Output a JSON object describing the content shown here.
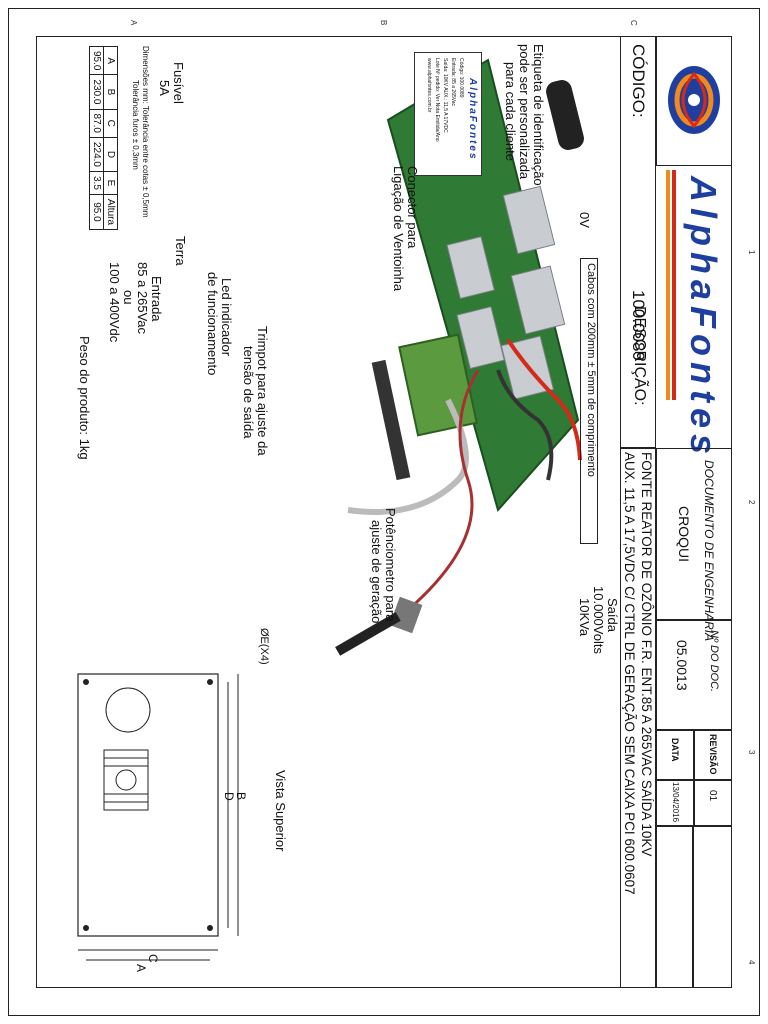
{
  "zones": {
    "top": [
      "1",
      "2",
      "3",
      "4"
    ],
    "side": [
      "A",
      "B",
      "C"
    ]
  },
  "brand": {
    "name": "AlphaFontes",
    "logo": "alphafontes-logo"
  },
  "header": {
    "codigo_label": "CÓDIGO:",
    "codigo_value": "100.0089",
    "descricao_label": "DESCRIÇÃO:",
    "descricao_line1": "FONTE REATOR DE OZÔNIO F.R. ENT.85 A 265VAC SAÍDA 10KV",
    "descricao_line2": "AUX. 11,5 A 17,5VDC C/ CTRL DE GERAÇÃO SEM CAIXA PCI 600.0607",
    "doc_type": "DOCUMENTO DE ENGENHARIA",
    "doc_subtype": "CROQUI",
    "doc_no_label": "Nº DO DOC.",
    "doc_no_value": "05.0013",
    "revisao_label": "REVISÃO",
    "revisao_value": "01",
    "data_label": "DATA",
    "data_value": "13/04/2016"
  },
  "label_sticker": {
    "brand": "AlphaFontes",
    "lines": [
      "Código: 100.0089",
      "Entrada: 85 a 265Vac",
      "Saída: 10KV AUX.: 11,5 A 17VDC",
      "Lote Nº pedido: Ver Nota Emitida/Ano",
      "www.alphafontes.com.br"
    ]
  },
  "annotations": {
    "etiqueta": [
      "Etiqueta de identificação",
      "pode ser personalizada",
      "para cada cliente"
    ],
    "fusivel": [
      "Fusível",
      "5A"
    ],
    "conector": [
      "Conector para",
      "Ligação de Ventoinha"
    ],
    "terra": "Terra",
    "entrada": [
      "Entrada",
      "85 a 265Vac",
      "ou",
      "100 a 400Vdc"
    ],
    "led": [
      "Led indicador",
      "de funcionamento"
    ],
    "trimpot": [
      "Trimpot para ajuste da",
      "tensão de saída"
    ],
    "zero_v": "0V",
    "cabos": "Cabos com 200mm ± 5mm de comprimento",
    "saida": [
      "Saída",
      "10.000Volts",
      "10KVa"
    ],
    "potenciometro": [
      "Potênciometro para",
      "ajuste de geração"
    ],
    "peso": "Peso do produto: 1kg",
    "vista": "Vista Superior",
    "dim_b": "B",
    "dim_d": "D",
    "dim_c": "C",
    "dim_a": "A",
    "dim_e": "ØE(X4)"
  },
  "dims_table": {
    "note1": "Dimensões mm: Tolerância entre cotas ± 0,5mm",
    "note2": "Tolerância furos ± 0,3mm",
    "headers": [
      "A",
      "B",
      "C",
      "D",
      "E",
      "Altura"
    ],
    "values": [
      "95.0",
      "230.0",
      "87.0",
      "224.0",
      "3.5",
      "95.0"
    ]
  },
  "colors": {
    "brand_blue": "#1f3fa0",
    "brand_red": "#d42a1a",
    "brand_orange": "#f08a1c",
    "pcb_green": "#2f7a35"
  }
}
